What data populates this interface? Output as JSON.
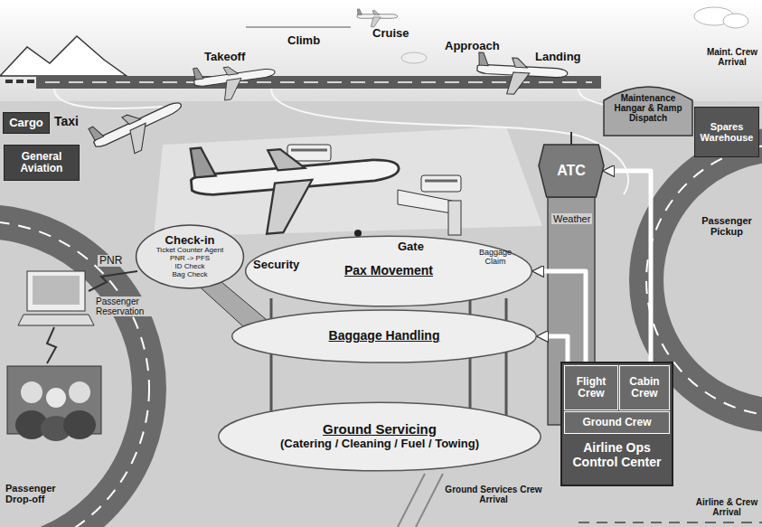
{
  "diagram": {
    "nodes": [
      {
        "text": [
          "Cargo"
        ]
      },
      {
        "text": [
          "General Aviation"
        ]
      },
      {
        "text": [
          "Maintenance Hangar & Ramp Dispatch"
        ]
      },
      {
        "text": [
          "Spares Warehouse"
        ]
      },
      {
        "text": [
          "ATC"
        ]
      },
      {
        "text": [
          "Check-in",
          "Ticket Counter Agent",
          "PNR -> PFS",
          "ID Check",
          "Bag Check"
        ]
      },
      {
        "text": [
          "Pax Movement"
        ]
      },
      {
        "text": [
          "Baggage Handling"
        ]
      },
      {
        "text": [
          "Ground Servicing",
          "(Catering / Cleaning / Fuel / Towing)"
        ]
      },
      {
        "text": [
          "Airline Ops Control Center"
        ]
      },
      {
        "text": [
          "Flight Crew"
        ],
        "in": 9
      },
      {
        "text": [
          "Cabin Crew"
        ],
        "in": 9
      },
      {
        "text": [
          "Ground Crew"
        ],
        "in": 9
      }
    ],
    "edges": [
      {
        "from": 9,
        "to": 4,
        "arrow": "to"
      },
      {
        "from": 9,
        "to": 6,
        "arrow": "to"
      },
      {
        "from": 9,
        "to": 7,
        "arrow": "to"
      }
    ],
    "labels": [
      "Takeoff",
      "Climb",
      "Cruise",
      "Approach",
      "Landing",
      "Maint. Crew Arrival",
      "Taxi",
      "Weather",
      "Passenger Pickup",
      "PNR",
      "Passenger Reservation",
      "Security",
      "Gate",
      "Baggage Claim",
      "Passenger Drop-off",
      "Ground Services Crew Arrival",
      "Airline & Crew Arrival"
    ]
  }
}
